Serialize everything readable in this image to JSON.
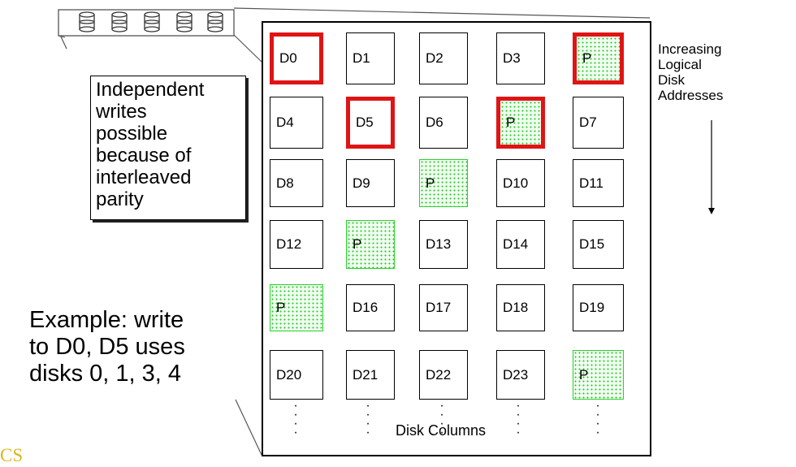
{
  "callout_text": "Independent\nwrites\npossible\nbecause of\ninterleaved\nparity",
  "example_text": "Example: write\nto D0, D5 uses\ndisks 0, 1, 3, 4",
  "address_label": "Increasing\nLogical\nDisk\nAddresses",
  "columns_label": "Disk Columns",
  "brand_text": "CS",
  "cells": [
    {
      "label": "D0",
      "parity": false,
      "highlight": true
    },
    {
      "label": "D1",
      "parity": false,
      "highlight": false
    },
    {
      "label": "D2",
      "parity": false,
      "highlight": false
    },
    {
      "label": "D3",
      "parity": false,
      "highlight": false
    },
    {
      "label": "P",
      "parity": true,
      "highlight": true
    },
    {
      "label": "D4",
      "parity": false,
      "highlight": false
    },
    {
      "label": "D5",
      "parity": false,
      "highlight": true
    },
    {
      "label": "D6",
      "parity": false,
      "highlight": false
    },
    {
      "label": "P",
      "parity": true,
      "highlight": true
    },
    {
      "label": "D7",
      "parity": false,
      "highlight": false
    },
    {
      "label": "D8",
      "parity": false,
      "highlight": false
    },
    {
      "label": "D9",
      "parity": false,
      "highlight": false
    },
    {
      "label": "P",
      "parity": true,
      "highlight": false
    },
    {
      "label": "D10",
      "parity": false,
      "highlight": false
    },
    {
      "label": "D11",
      "parity": false,
      "highlight": false
    },
    {
      "label": "D12",
      "parity": false,
      "highlight": false
    },
    {
      "label": "P",
      "parity": true,
      "highlight": false
    },
    {
      "label": "D13",
      "parity": false,
      "highlight": false
    },
    {
      "label": "D14",
      "parity": false,
      "highlight": false
    },
    {
      "label": "D15",
      "parity": false,
      "highlight": false
    },
    {
      "label": "P",
      "parity": true,
      "highlight": false
    },
    {
      "label": "D16",
      "parity": false,
      "highlight": false
    },
    {
      "label": "D17",
      "parity": false,
      "highlight": false
    },
    {
      "label": "D18",
      "parity": false,
      "highlight": false
    },
    {
      "label": "D19",
      "parity": false,
      "highlight": false
    },
    {
      "label": "D20",
      "parity": false,
      "highlight": false
    },
    {
      "label": "D21",
      "parity": false,
      "highlight": false
    },
    {
      "label": "D22",
      "parity": false,
      "highlight": false
    },
    {
      "label": "D23",
      "parity": false,
      "highlight": false
    },
    {
      "label": "P",
      "parity": true,
      "highlight": false
    }
  ],
  "colors": {
    "highlight": "#e01414",
    "parity": "#2ad12a",
    "brand": "#d8b820"
  }
}
